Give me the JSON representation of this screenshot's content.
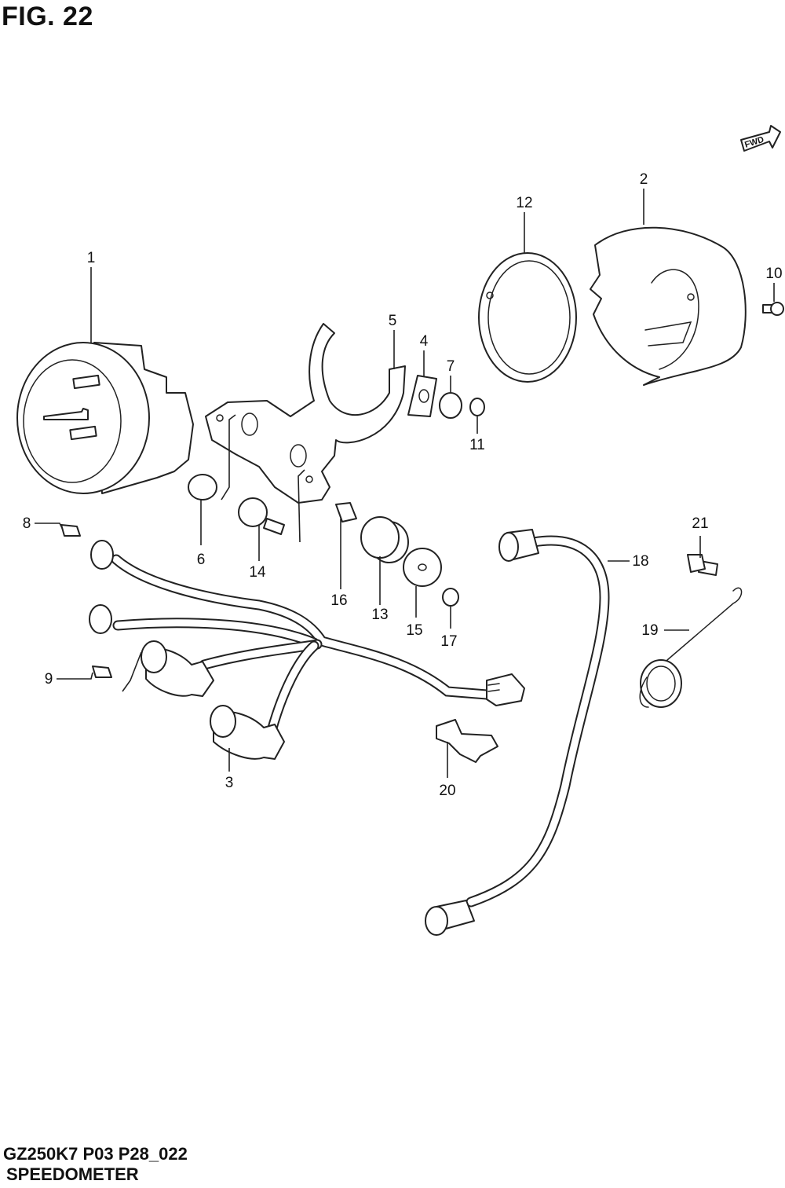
{
  "figure": {
    "title": "FIG. 22"
  },
  "footer": {
    "model_code": "GZ250K7 P03 P28_022",
    "section_name": "SPEEDOMETER"
  },
  "fwd_arrow": {
    "label": "FWD"
  },
  "callouts": [
    {
      "id": "1",
      "label": "1"
    },
    {
      "id": "2",
      "label": "2"
    },
    {
      "id": "3",
      "label": "3"
    },
    {
      "id": "4",
      "label": "4"
    },
    {
      "id": "5",
      "label": "5"
    },
    {
      "id": "6",
      "label": "6"
    },
    {
      "id": "7",
      "label": "7"
    },
    {
      "id": "8",
      "label": "8"
    },
    {
      "id": "9",
      "label": "9"
    },
    {
      "id": "10",
      "label": "10"
    },
    {
      "id": "11",
      "label": "11"
    },
    {
      "id": "12",
      "label": "12"
    },
    {
      "id": "13",
      "label": "13"
    },
    {
      "id": "14",
      "label": "14"
    },
    {
      "id": "15",
      "label": "15"
    },
    {
      "id": "16",
      "label": "16"
    },
    {
      "id": "17",
      "label": "17"
    },
    {
      "id": "18",
      "label": "18"
    },
    {
      "id": "19",
      "label": "19"
    },
    {
      "id": "20",
      "label": "20"
    },
    {
      "id": "21",
      "label": "21"
    }
  ]
}
